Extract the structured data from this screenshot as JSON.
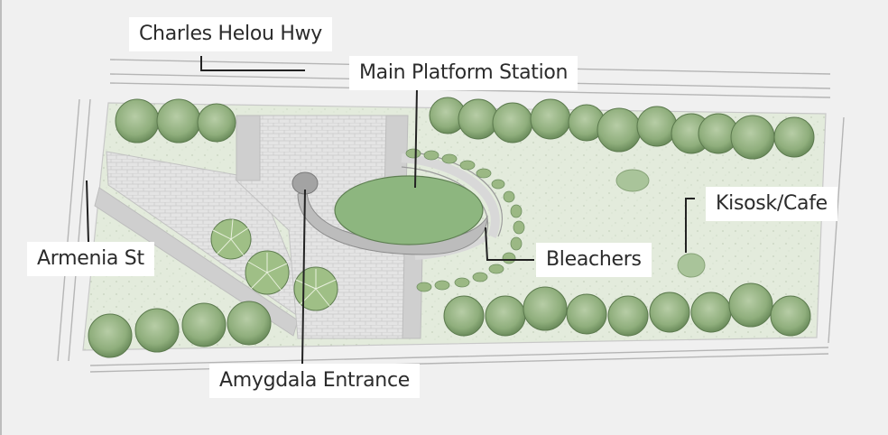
{
  "labels": {
    "highway": "Charles Helou Hwy",
    "platform": "Main Platform Station",
    "kiosk": "Kisosk/Cafe",
    "armenia": "Armenia St",
    "bleachers": "Bleachers",
    "amygdala": "Amygdala Entrance"
  },
  "colors": {
    "background": "#f0f0f0",
    "lawn": "#e3ebdc",
    "tree_canopy": "#8fae7c",
    "platform": "#8db67f",
    "paving": "#dedede",
    "road_line": "#b5b5b5",
    "leader_line": "#222222"
  }
}
